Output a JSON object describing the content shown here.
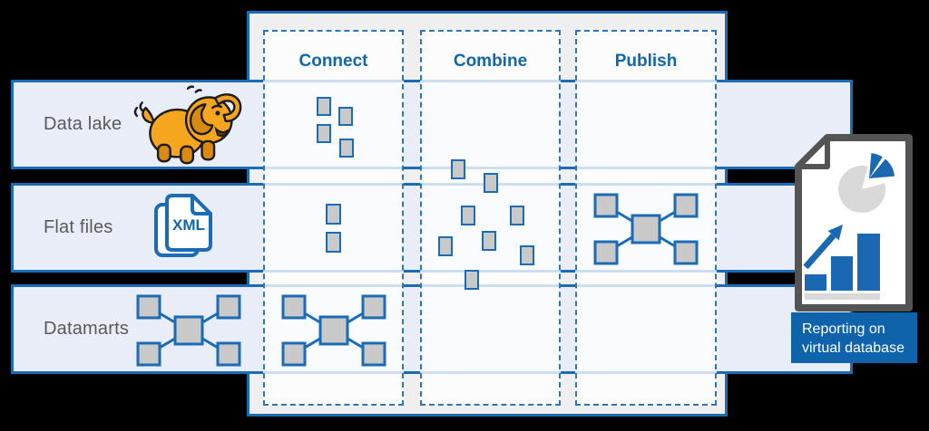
{
  "colors": {
    "accent_blue": "#1b6cb5",
    "header_blue": "#1266ad",
    "row_fill": "#e9edf8",
    "panel_fill": "#efefef",
    "square_fill": "#c9c9c9",
    "label_gray": "#595959",
    "report_label_bg": "#0f63ab",
    "chart_blue": "#1a68b2",
    "pie_gray": "#d9d9d9",
    "doc_border": "#545454",
    "elephant_orange": "#f6a51f",
    "elephant_shade": "#d98a12"
  },
  "columns": [
    {
      "label": "Connect"
    },
    {
      "label": "Combine"
    },
    {
      "label": "Publish"
    }
  ],
  "rows": [
    {
      "label": "Data lake",
      "icon": "hadoop-elephant-icon"
    },
    {
      "label": "Flat files",
      "icon": "xml-files-icon"
    },
    {
      "label": "Datamarts",
      "icon": "star-schema-icon"
    }
  ],
  "xml_icon_text": "XML",
  "report": {
    "icon": "report-document-icon",
    "label_line1": "Reporting on",
    "label_line2": "virtual database"
  }
}
